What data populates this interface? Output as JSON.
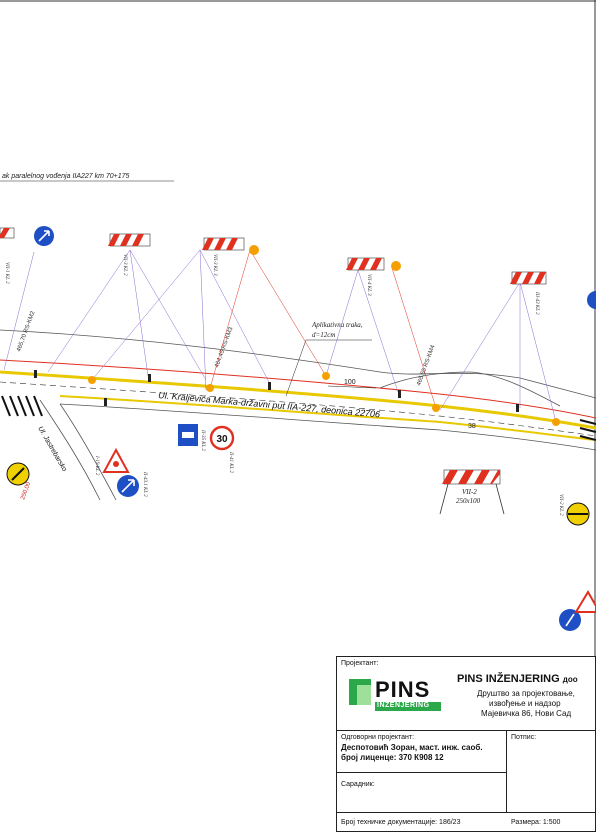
{
  "drawing": {
    "header_note": "ak paralelnog vođenja IIA227 km 70+175",
    "road_name": "Ul. Kraljevića Marka-državni put IIA-227, deonica 22706",
    "side_street": "Ul. Jastrebarsko",
    "marking_note_line1": "Aplikativna traka,",
    "marking_note_line2": "d=12cm",
    "dim_100": "100",
    "dim_38": "38",
    "barrier_label_line1": "VII-2",
    "barrier_label_line2": "250x100",
    "speed_limit": "30",
    "chainages": [
      "465,70 RS-KM2",
      "464,45 RS-KM3",
      "465,55 RS-KM4",
      "250,00"
    ],
    "sign_codes": [
      "VII-1 KL 2",
      "VII-3 KL 2",
      "VII-3 KL 3",
      "VII-4 KL 3",
      "II-35 KL 2",
      "II-41 KL 2",
      "II-43.1 KL 2",
      "I-19 KL 2",
      "III-43 KL 2",
      "VII-2 KL 2"
    ]
  },
  "title_block": {
    "projektant_label": "Пројектант:",
    "logo_text": "PINS",
    "logo_subtext": "INŽENJERING",
    "company_name": "PINS INŽENJERING",
    "company_suffix": "доо",
    "company_desc_line1": "Друштво за пројектовање,",
    "company_desc_line2": "извођење и надзор",
    "company_address": "Мајевичка 86, Нови Сад",
    "odgovorni_label": "Одговорни пројектант:",
    "odgovorni_name": "Деспотовић Зоран, маст. инж. саоб.",
    "licenca": "број лиценце: 370 К908 12",
    "potpis_label": "Потпис:",
    "saradnik_label": "Сарадник:",
    "broj_dok_label": "Број техничке документације:",
    "broj_dok_value": "186/23",
    "razmera_label": "Размера:",
    "razmera_value": "1:500"
  },
  "colors": {
    "road_yellow": "#e8c800",
    "road_red": "#e03020",
    "sign_blue": "#1f4fc4",
    "lamp_orange": "#f5a000",
    "logo_green": "#2aa84a"
  }
}
